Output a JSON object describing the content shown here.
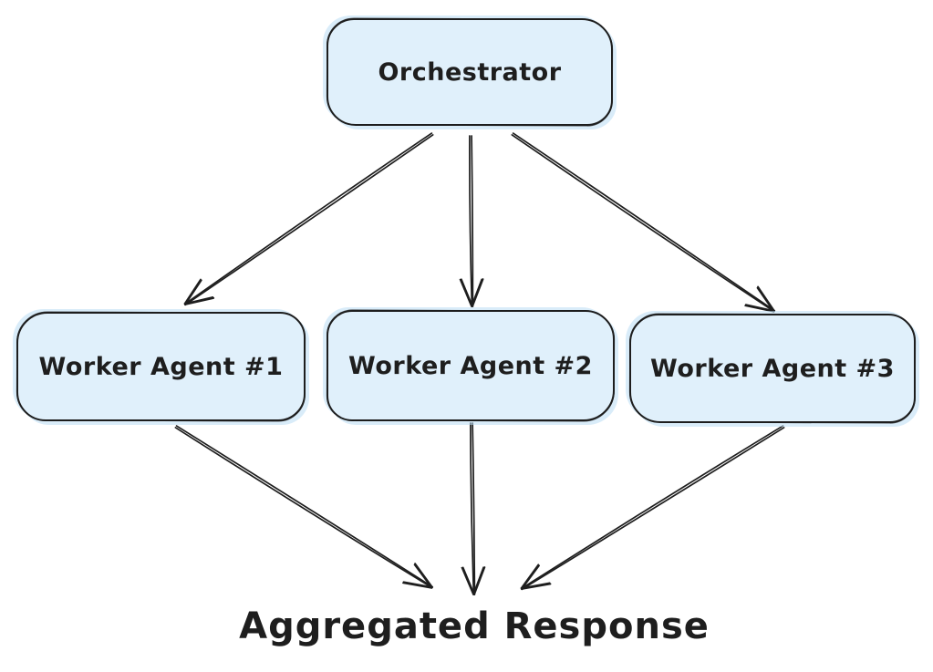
{
  "diagram": {
    "background": "#ffffff",
    "colors": {
      "node_fill": "#e0f0fb",
      "node_halo": "#bad8f4",
      "node_stroke": "#1e1e1e",
      "arrow": "#1e1e1e",
      "text": "#1e1e1e"
    },
    "nodes": [
      {
        "id": "orchestrator",
        "label": "Orchestrator",
        "type": "box"
      },
      {
        "id": "worker-1",
        "label": "Worker Agent #1",
        "type": "box"
      },
      {
        "id": "worker-2",
        "label": "Worker Agent #2",
        "type": "box"
      },
      {
        "id": "worker-3",
        "label": "Worker Agent #3",
        "type": "box"
      },
      {
        "id": "aggregated-response",
        "label": "Aggregated Response",
        "type": "text"
      }
    ],
    "edges": [
      {
        "from": "orchestrator",
        "to": "worker-1"
      },
      {
        "from": "orchestrator",
        "to": "worker-2"
      },
      {
        "from": "orchestrator",
        "to": "worker-3"
      },
      {
        "from": "worker-1",
        "to": "aggregated-response"
      },
      {
        "from": "worker-2",
        "to": "aggregated-response"
      },
      {
        "from": "worker-3",
        "to": "aggregated-response"
      }
    ]
  }
}
